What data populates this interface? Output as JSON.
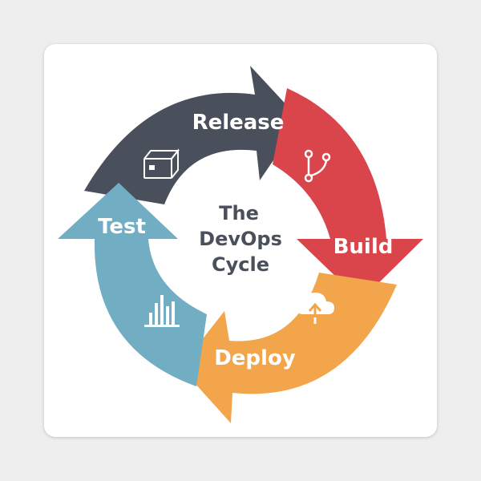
{
  "center": {
    "line1": "The",
    "line2": "DevOps",
    "line3": "Cycle"
  },
  "stages": {
    "release": {
      "label": "Release",
      "icon": "package-box-icon",
      "color": "#4a4f5c"
    },
    "build": {
      "label": "Build",
      "icon": "git-branch-icon",
      "color": "#d9454a"
    },
    "deploy": {
      "label": "Deploy",
      "icon": "cloud-upload-icon",
      "color": "#f2a54b"
    },
    "test": {
      "label": "Test",
      "icon": "bar-chart-icon",
      "color": "#71aec4"
    }
  },
  "colors": {
    "sticker_bg": "#ffffff",
    "page_bg": "#eeeeee",
    "center_text": "#4a4f5c",
    "label_text": "#ffffff"
  }
}
